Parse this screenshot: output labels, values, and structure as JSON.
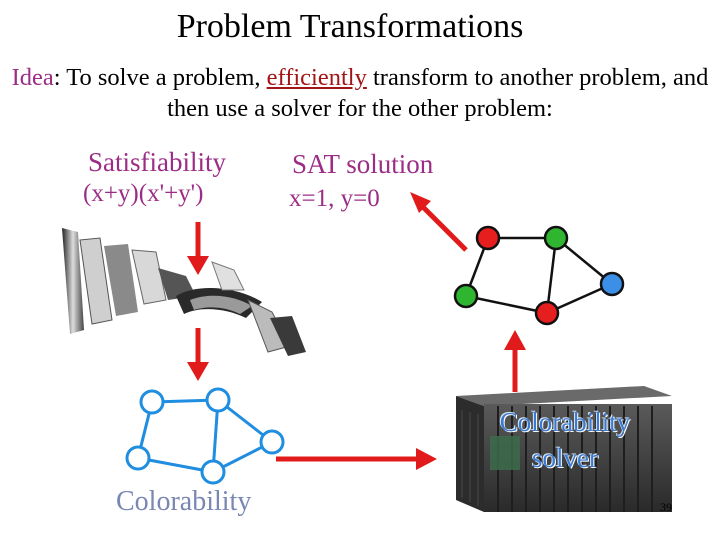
{
  "slide": {
    "title": "Problem Transformations",
    "idea_label": "Idea",
    "idea_pre": ": To solve a problem, ",
    "idea_emph": "efficiently",
    "idea_post": " transform to another problem, and then use a solver for the other problem:",
    "sat_label": "Satisfiability",
    "sat_expr": "(x+y)(x'+y')",
    "solution_label": "SAT solution",
    "solution_value": "x=1, y=0",
    "colorability_label": "Colorability",
    "solver_line1": "Colorability",
    "solver_line2": "solver",
    "page_number": "39"
  },
  "colors": {
    "accent_purple": "#9b2d86",
    "arrow_red": "#e11b1b",
    "node_red": "#e61e1e",
    "node_green": "#2fb52f",
    "node_blue": "#3b8fe6",
    "uncolored_node": "#ffffff",
    "uncolored_stroke": "#1f8de0",
    "container": "#3a3a3a"
  }
}
